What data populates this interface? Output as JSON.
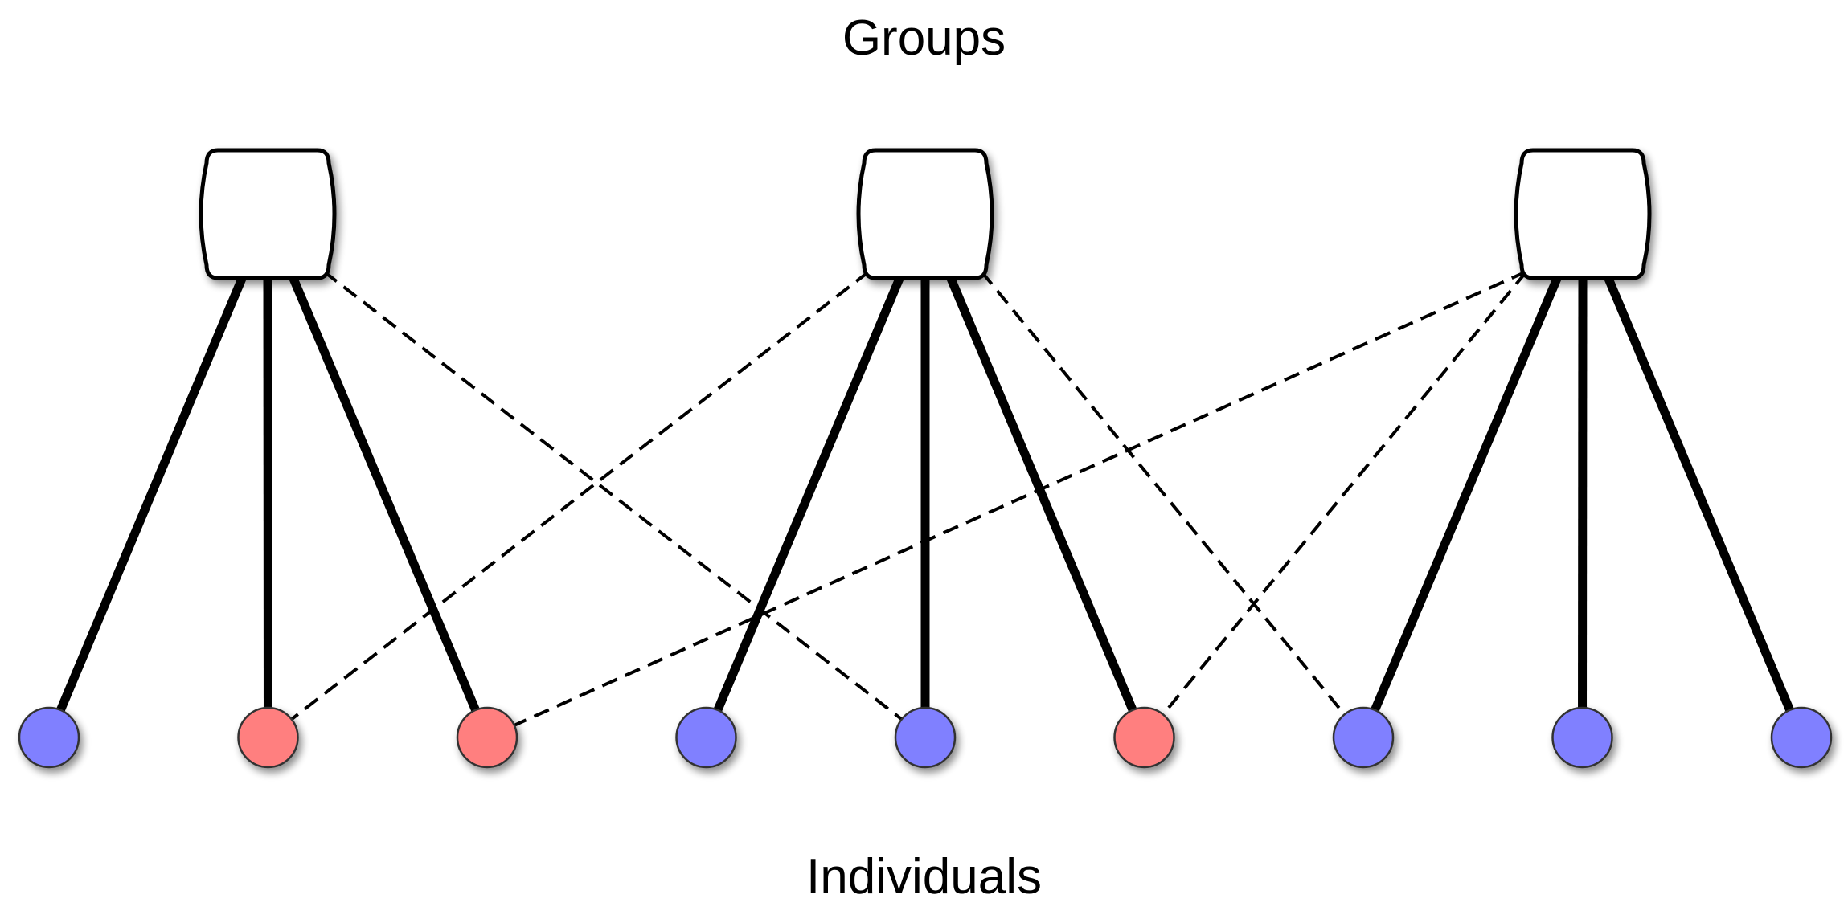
{
  "labels": {
    "top": "Groups",
    "bottom": "Individuals"
  },
  "colors": {
    "group_fill": "#ffffff",
    "outline": "#000000",
    "individual_blue": "#8080ff",
    "individual_red": "#ff7f7f"
  },
  "groups": [
    {
      "id": "g1"
    },
    {
      "id": "g2"
    },
    {
      "id": "g3"
    }
  ],
  "individuals": [
    {
      "id": "i1",
      "color": "blue"
    },
    {
      "id": "i2",
      "color": "red"
    },
    {
      "id": "i3",
      "color": "red"
    },
    {
      "id": "i4",
      "color": "blue"
    },
    {
      "id": "i5",
      "color": "blue"
    },
    {
      "id": "i6",
      "color": "red"
    },
    {
      "id": "i7",
      "color": "blue"
    },
    {
      "id": "i8",
      "color": "blue"
    },
    {
      "id": "i9",
      "color": "blue"
    }
  ],
  "edges": [
    {
      "group": 0,
      "individual": 0,
      "style": "solid"
    },
    {
      "group": 0,
      "individual": 1,
      "style": "solid"
    },
    {
      "group": 0,
      "individual": 2,
      "style": "solid"
    },
    {
      "group": 0,
      "individual": 4,
      "style": "dashed"
    },
    {
      "group": 1,
      "individual": 1,
      "style": "dashed"
    },
    {
      "group": 1,
      "individual": 3,
      "style": "solid"
    },
    {
      "group": 1,
      "individual": 4,
      "style": "solid"
    },
    {
      "group": 1,
      "individual": 5,
      "style": "solid"
    },
    {
      "group": 1,
      "individual": 6,
      "style": "dashed"
    },
    {
      "group": 2,
      "individual": 2,
      "style": "dashed"
    },
    {
      "group": 2,
      "individual": 5,
      "style": "dashed"
    },
    {
      "group": 2,
      "individual": 6,
      "style": "solid"
    },
    {
      "group": 2,
      "individual": 7,
      "style": "solid"
    },
    {
      "group": 2,
      "individual": 8,
      "style": "solid"
    }
  ]
}
